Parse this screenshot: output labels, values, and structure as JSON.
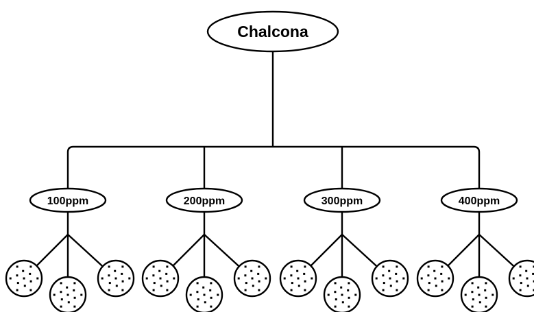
{
  "diagram": {
    "type": "tree",
    "root": {
      "label": "Chalcona"
    },
    "branches": [
      {
        "label": "100ppm",
        "leaves": 3
      },
      {
        "label": "200ppm",
        "leaves": 3
      },
      {
        "label": "300ppm",
        "leaves": 3
      },
      {
        "label": "400ppm",
        "leaves": 3
      }
    ],
    "leaf_style": "dotted circle",
    "colors": {
      "ink": "#000000",
      "background": "#ffffff"
    }
  }
}
